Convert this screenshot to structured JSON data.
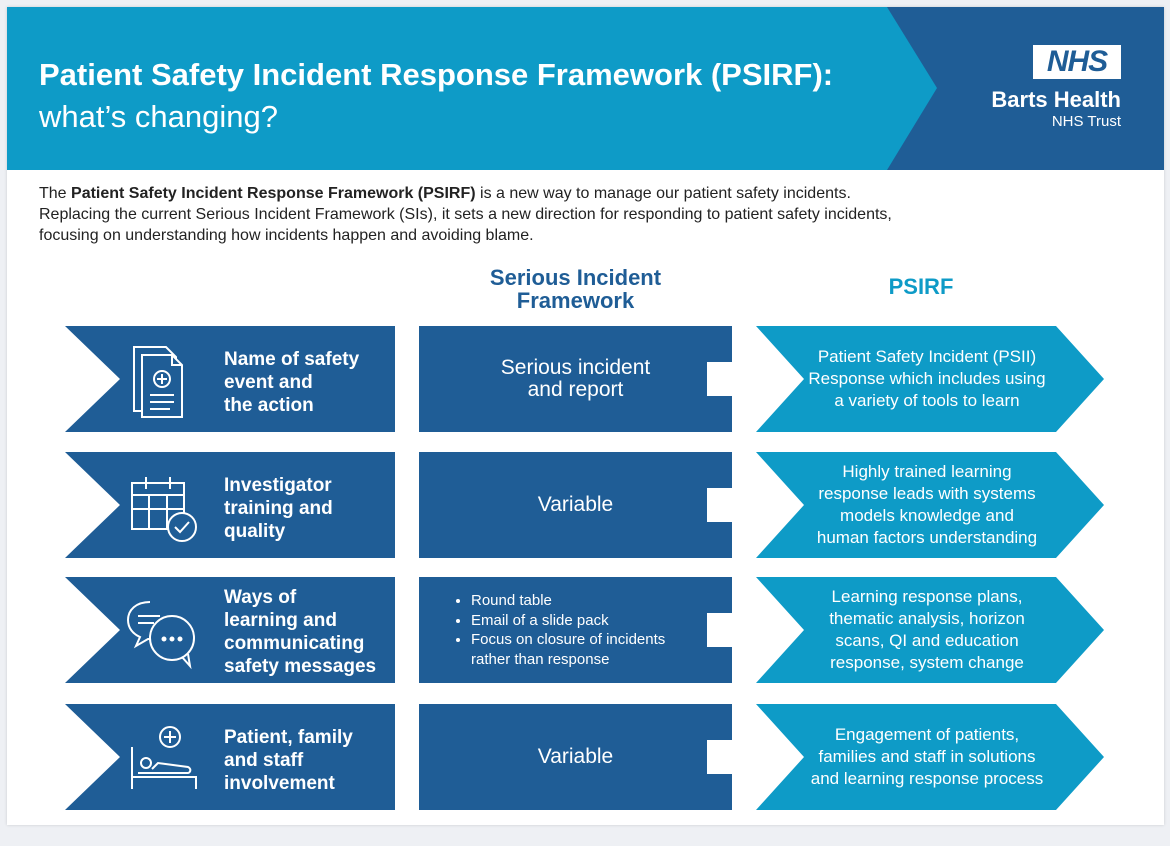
{
  "header": {
    "title_line1": "Patient Safety Incident Response Framework (PSIRF):",
    "title_line2": "what’s changing?",
    "logo_text": "NHS",
    "org_name": "Barts Health",
    "org_sub": "NHS Trust"
  },
  "intro": {
    "bold": "Patient Safety Incident Response Framework (PSIRF)",
    "line1_pre": "The ",
    "line1_post": " is a new way to manage our patient safety incidents.",
    "line2": "Replacing the current Serious Incident Framework (SIs), it sets a new direction for responding to patient safety incidents,",
    "line3": "focusing on understanding how incidents happen and avoiding blame."
  },
  "columns": {
    "si_line1": "Serious Incident",
    "si_line2": "Framework",
    "psirf": "PSIRF"
  },
  "rows": [
    {
      "label": [
        "Name of safety",
        "event and",
        "the action"
      ],
      "icon": "document-plus-icon",
      "si": "Serious incident\nand report",
      "psirf": "Patient Safety Incident (PSII)\nResponse which includes using\na variety of tools to learn"
    },
    {
      "label": [
        "Investigator",
        "training and",
        "quality"
      ],
      "icon": "calendar-check-icon",
      "si": "Variable",
      "psirf": "Highly trained learning\nresponse leads with systems\nmodels knowledge and\nhuman factors understanding"
    },
    {
      "label": [
        "Ways of",
        "learning and",
        "communicating",
        "safety messages"
      ],
      "icon": "chat-bubbles-icon",
      "si_list": [
        "Round table",
        "Email of a slide pack",
        "Focus on closure of incidents\nrather than response"
      ],
      "psirf": "Learning response plans,\nthematic analysis, horizon\nscans, QI and education\nresponse, system change"
    },
    {
      "label": [
        "Patient, family",
        "and staff",
        "involvement"
      ],
      "icon": "patient-bed-icon",
      "si": "Variable",
      "psirf": "Engagement of patients,\nfamilies and staff in solutions\nand learning response process"
    }
  ],
  "colors": {
    "dark_blue": "#1f5d96",
    "light_blue": "#0e9bc7"
  }
}
